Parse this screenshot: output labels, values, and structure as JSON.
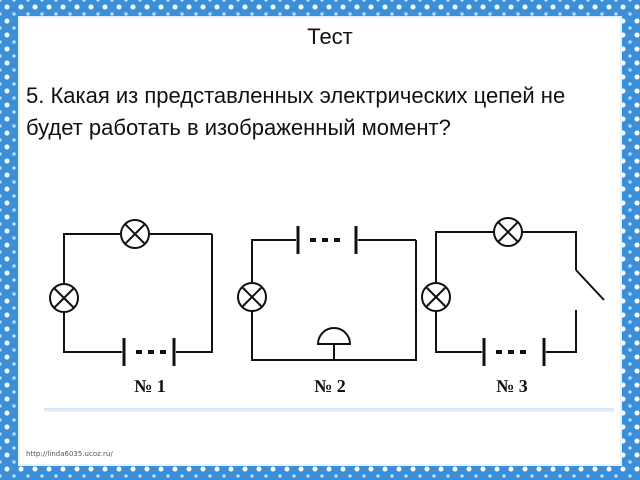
{
  "slide": {
    "title": "Тест",
    "question": "5. Какая из представленных электрических цепей не будет работать в изображенный момент?",
    "footer_url": "http://linda6035.ucoz.ru/"
  },
  "circuits": [
    {
      "label": "№ 1",
      "elements": [
        "lamp",
        "lamp",
        "battery"
      ]
    },
    {
      "label": "№ 2",
      "elements": [
        "battery",
        "lamp",
        "bell"
      ]
    },
    {
      "label": "№ 3",
      "elements": [
        "lamp",
        "lamp",
        "battery",
        "open-switch"
      ]
    }
  ],
  "colors": {
    "frame": "#3b8fd8",
    "slide": "#ffffff",
    "ink": "#111111"
  }
}
